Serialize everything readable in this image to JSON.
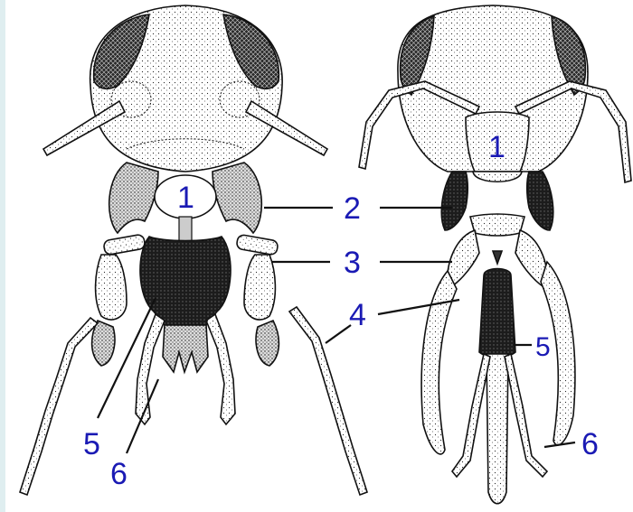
{
  "labels": {
    "head_left": "1",
    "head_right": "1",
    "two": "2",
    "three": "3",
    "four": "4",
    "five_left": "5",
    "five_right": "5",
    "six_left": "6",
    "six_right": "6"
  },
  "colors": {
    "label": "#1a1ab4",
    "ink": "#111111",
    "dark_part": "#1f1f1f",
    "frame": "#dfeef0"
  }
}
